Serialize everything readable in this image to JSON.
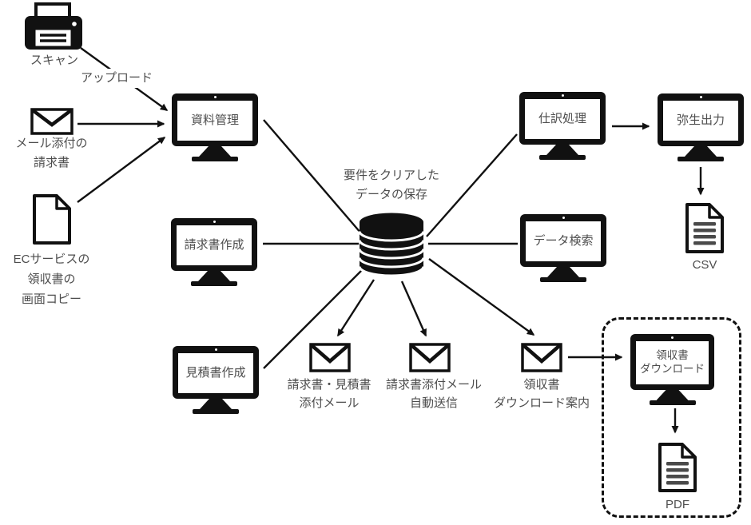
{
  "diagram": {
    "source_labels": {
      "scan": "スキャン",
      "upload": "アップロード",
      "mail_line1": "メール添付の",
      "mail_line2": "請求書",
      "ec_line1": "ECサービスの",
      "ec_line2": "領収書の",
      "ec_line3": "画面コピー"
    },
    "monitor_labels": {
      "document_management": "資料管理",
      "invoice_creation": "請求書作成",
      "quotation_creation": "見積書作成",
      "journal_processing": "仕訳処理",
      "yayoi_output": "弥生出力",
      "data_search": "データ検索",
      "receipt_download_line1": "領収書",
      "receipt_download_line2": "ダウンロード"
    },
    "database_label": {
      "line1": "要件をクリアした",
      "line2": "データの保存"
    },
    "mail_labels": {
      "mail1_line1": "請求書・見積書",
      "mail1_line2": "添付メール",
      "mail2_line1": "請求書添付メール",
      "mail2_line2": "自動送信",
      "mail3_line1": "領収書",
      "mail3_line2": "ダウンロード案内"
    },
    "file_labels": {
      "csv": "CSV",
      "pdf": "PDF"
    },
    "colors": {
      "ink": "#111111",
      "label_text": "#4d4d4d",
      "background": "#ffffff"
    }
  }
}
